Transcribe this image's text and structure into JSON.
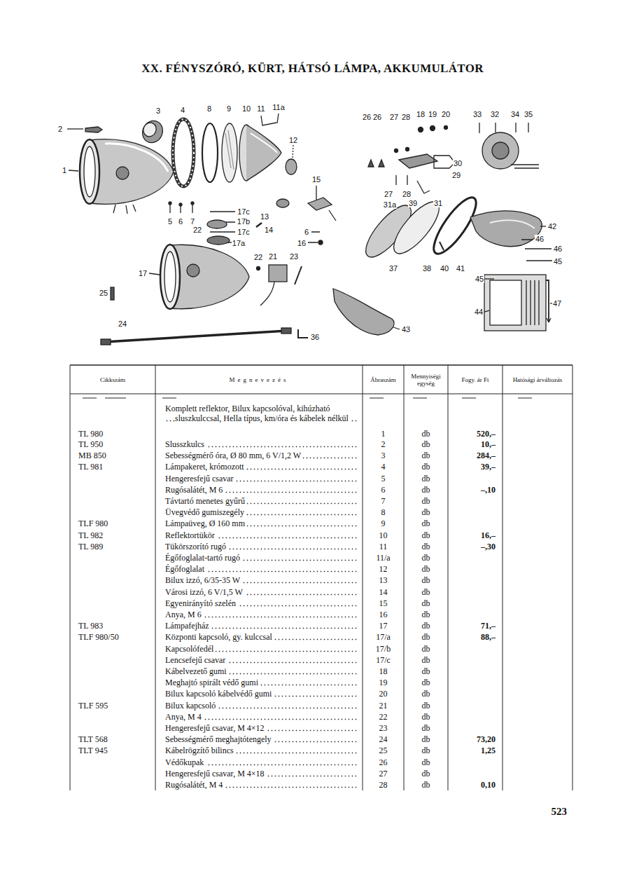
{
  "diagram": {
    "title": "XX. FÉNYSZÓRÓ, KÜRT, HÁTSÓ LÁMPA, AKKUMULÁTOR",
    "labels": [
      "2",
      "1",
      "3",
      "4",
      "8",
      "9",
      "10",
      "11",
      "11a",
      "12",
      "5",
      "6",
      "7",
      "17c",
      "17b",
      "22",
      "17c",
      "17a",
      "13",
      "14",
      "15",
      "6",
      "16",
      "17",
      "22",
      "21",
      "23",
      "25",
      "24",
      "36",
      "26",
      "26",
      "27",
      "28",
      "18",
      "19",
      "20",
      "30",
      "29",
      "27",
      "28",
      "31a",
      "39",
      "31",
      "33",
      "32",
      "34",
      "35",
      "42",
      "46",
      "46",
      "45",
      "37",
      "38",
      "40",
      "41",
      "45",
      "47",
      "44",
      "43",
      "Cikkszám",
      "Megnevezés",
      "Ábraszám",
      "Mennyiségi egység",
      "Fogy. ár Ft",
      "Hatósági árváltozás",
      "TL 980",
      "Komplett reflektor, Bilux kapcsolóval, kihúzható sluszkulccsal, Hella típus, km/óra és kábelek nélkül",
      "1",
      "db",
      "520,–",
      "TL 950",
      "Slusszkulcs",
      "2",
      "db",
      "10,–",
      "MB 850",
      "Sebességmérő óra, Ø 80 mm, 6 V/1,2 W",
      "3",
      "db",
      "284,–",
      "TL 981",
      "Lámpakeret, krómozott",
      "4",
      "db",
      "39,–",
      "Hengeresfejű csavar",
      "5",
      "db",
      "Rugósalátét, M 6",
      "6",
      "db",
      "–,10",
      "Távtartó menetes gyűrű",
      "7",
      "db",
      "Üvegvédő gumiszegély",
      "8",
      "db",
      "TLF 980",
      "Lámpaüveg, Ø 160 mm",
      "9",
      "db",
      "TL 982",
      "Reflektortükör",
      "10",
      "db",
      "16,–",
      "TL 989",
      "Tükörszorító rugó",
      "11",
      "db",
      "–,30",
      "Égőfoglalat-tartó rugó",
      "11/a",
      "db",
      "Égőfoglalat",
      "12",
      "db",
      "Bilux izzó, 6/35-35 W",
      "13",
      "db",
      "Városi izzó, 6 V/1,5 W",
      "14",
      "db",
      "Egyenirányító szelén",
      "15",
      "db",
      "Anya, M 6",
      "16",
      "db",
      "TL 983",
      "Lámpafejház",
      "17",
      "db",
      "71,–",
      "TLF 980/50",
      "Központi kapcsoló, gy. kulccsal",
      "17/a",
      "db",
      "88,–",
      "Kapcsolófedél",
      "17/b",
      "db",
      "Lencsefejű csavar",
      "17/c",
      "db",
      "Kábelvezető gumi",
      "18",
      "db",
      "Meghajtó spirált védő gumi",
      "19",
      "db",
      "Bilux kapcsoló kábelvédő gumi",
      "20",
      "db",
      "TLF 595",
      "Bilux kapcsoló",
      "21",
      "db",
      "Anya, M 4",
      "22",
      "db",
      "Hengeresfejű csavar, M 4×12",
      "23",
      "db",
      "TLT 568",
      "Sebességmérő meghajtótengely",
      "24",
      "db",
      "73,20",
      "TLT 945",
      "Kábelrögzítő bilincs",
      "25",
      "db",
      "1,25",
      "Védőkupak",
      "26",
      "db",
      "Hengeresfejű csavar, M 4×18",
      "27",
      "db",
      "Rugósalátét, M 4",
      "28",
      "db",
      "0,10",
      "523"
    ]
  }
}
